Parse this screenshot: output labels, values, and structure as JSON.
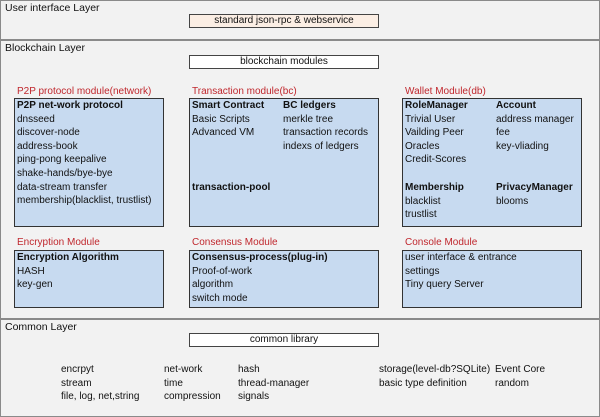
{
  "ui_layer": {
    "title": "User interface Layer",
    "banner": "standard json-rpc & webservice"
  },
  "blockchain_layer": {
    "title": "Blockchain Layer",
    "banner": "blockchain modules",
    "p2p": {
      "title": "P2P protocol module(network)",
      "heading": "P2P net-work protocol",
      "items": [
        "dnsseed",
        "discover-node",
        "address-book",
        "ping-pong keepalive",
        "shake-hands/bye-bye",
        "data-stream transfer",
        "membership(blacklist, trustlist)"
      ]
    },
    "transaction": {
      "title": "Transaction module(bc)",
      "smart_contract": {
        "heading": "Smart Contract",
        "items": [
          "Basic Scripts",
          "Advanced VM"
        ]
      },
      "bc_ledgers": {
        "heading": "BC ledgers",
        "items": [
          "merkle tree",
          "transaction records",
          "indexs of ledgers"
        ]
      },
      "pool": "transaction-pool"
    },
    "wallet": {
      "title": "Wallet Module(db)",
      "role_manager": {
        "heading": "RoleManager",
        "items": [
          "Trivial User",
          "Vailding Peer",
          "Oracles",
          "Credit-Scores"
        ]
      },
      "account": {
        "heading": "Account",
        "items": [
          "address manager",
          "fee",
          "key-vliading"
        ]
      },
      "membership": {
        "heading": "Membership",
        "items": [
          "blacklist",
          "trustlist"
        ]
      },
      "privacy": {
        "heading": "PrivacyManager",
        "items": [
          "blooms"
        ]
      }
    },
    "encryption": {
      "title": "Encryption Module",
      "heading": "Encryption Algorithm",
      "items": [
        "HASH",
        "key-gen"
      ]
    },
    "consensus": {
      "title": "Consensus Module",
      "heading": "Consensus-process(plug-in)",
      "items": [
        "Proof-of-work",
        "algorithm",
        "switch mode"
      ]
    },
    "console": {
      "title": "Console Module",
      "items": [
        "user interface & entrance",
        "settings",
        "Tiny query Server"
      ]
    }
  },
  "common_layer": {
    "title": "Common Layer",
    "banner": "common library",
    "columns": [
      [
        "encrpyt",
        "stream",
        "file, log, net,string"
      ],
      [
        "net-work",
        "time",
        "compression"
      ],
      [
        "hash",
        "thread-manager",
        "signals"
      ],
      [
        "storage(level-db?SQLite)",
        "basic type definition"
      ],
      [
        "Event Core",
        "random"
      ]
    ]
  },
  "colors": {
    "layer_bg": "#f2f2f2",
    "module_box": "#c7daf0",
    "module_title": "#c0272d",
    "banner_bg": "#fbeee4"
  }
}
